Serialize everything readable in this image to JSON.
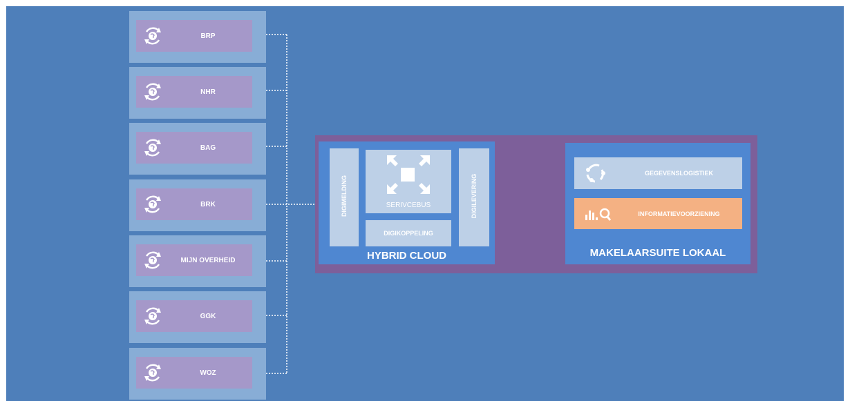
{
  "registries": [
    {
      "label": "BRP",
      "icon": "refresh-globe-icon"
    },
    {
      "label": "NHR",
      "icon": "refresh-globe-icon"
    },
    {
      "label": "BAG",
      "icon": "refresh-globe-icon"
    },
    {
      "label": "BRK",
      "icon": "refresh-globe-icon"
    },
    {
      "label": "MIJN OVERHEID",
      "icon": "refresh-globe-icon"
    },
    {
      "label": "GGK",
      "icon": "refresh-globe-icon"
    },
    {
      "label": "WOZ",
      "icon": "refresh-globe-icon"
    }
  ],
  "hybrid_cloud": {
    "title": "HYBRID CLOUD",
    "digimelding": "DIGIMELDING",
    "servicebus": "SERIVCEBUS",
    "digikoppeling": "DIGIKOPPELING",
    "digilevering": "DIGILEVERING",
    "servicebus_icon": "expand-arrows-icon"
  },
  "makelaarsuite": {
    "title": "MAKELAARSUITE LOKAAL",
    "gegevenslogistiek": "GEGEVENSLOGISTIEK",
    "informatievoorziening": "INFORMATIEVOORZIENING",
    "gegevens_icon": "cycle-icon",
    "info_icon": "chart-search-icon"
  },
  "colors": {
    "background": "#4e7fba",
    "registry_outer": "#88add6",
    "registry_inner": "#a598c9",
    "frame": "#7d5f9a",
    "panel": "#4f87d1",
    "light_block": "#bdd0e7",
    "highlight": "#f4b183"
  }
}
